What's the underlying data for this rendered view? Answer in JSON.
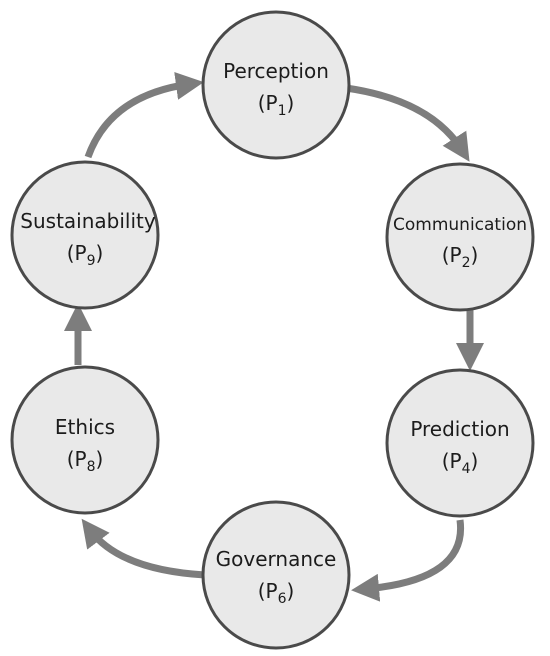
{
  "colors": {
    "node_fill": "#e9e9e9",
    "node_stroke": "#4a4a4a",
    "arrow": "#7d7d7d",
    "text": "#1c1c1c"
  },
  "nodes": [
    {
      "id": "perception",
      "title": "Perception",
      "sub_base": "(P",
      "sub_index": "1",
      "sub_close": ")"
    },
    {
      "id": "communication",
      "title": "Communication",
      "sub_base": "(P",
      "sub_index": "2",
      "sub_close": ")"
    },
    {
      "id": "prediction",
      "title": "Prediction",
      "sub_base": "(P",
      "sub_index": "4",
      "sub_close": ")"
    },
    {
      "id": "governance",
      "title": "Governance",
      "sub_base": "(P",
      "sub_index": "6",
      "sub_close": ")"
    },
    {
      "id": "ethics",
      "title": "Ethics",
      "sub_base": "(P",
      "sub_index": "8",
      "sub_close": ")"
    },
    {
      "id": "sustainability",
      "title": "Sustainability",
      "sub_base": "(P",
      "sub_index": "9",
      "sub_close": ")"
    }
  ]
}
